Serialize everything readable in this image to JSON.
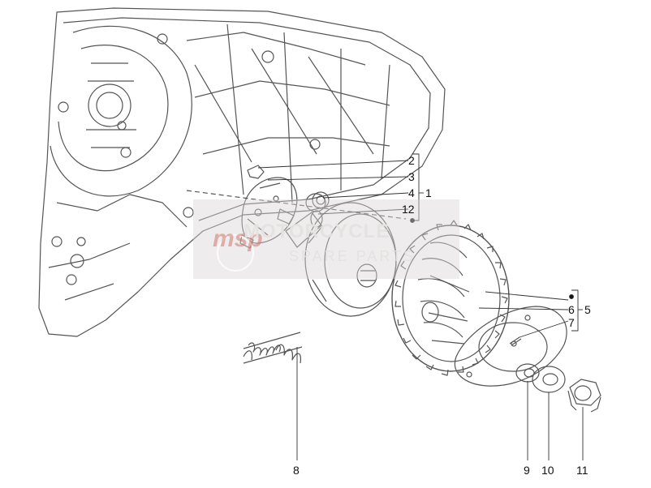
{
  "callouts": {
    "c1": "1",
    "c2": "2",
    "c3": "3",
    "c4": "4",
    "c5": "5",
    "c6": "6",
    "c7": "7",
    "c8": "8",
    "c9": "9",
    "c10": "10",
    "c11": "11",
    "c12": "12"
  },
  "watermark": {
    "logo": "msp",
    "title": "MOTORCYCLE",
    "subtitle": "SPARE PARTS"
  },
  "colors": {
    "line": "#444444",
    "watermark_bg": "#e6e2e2",
    "watermark_logo": "#d07a6e"
  }
}
